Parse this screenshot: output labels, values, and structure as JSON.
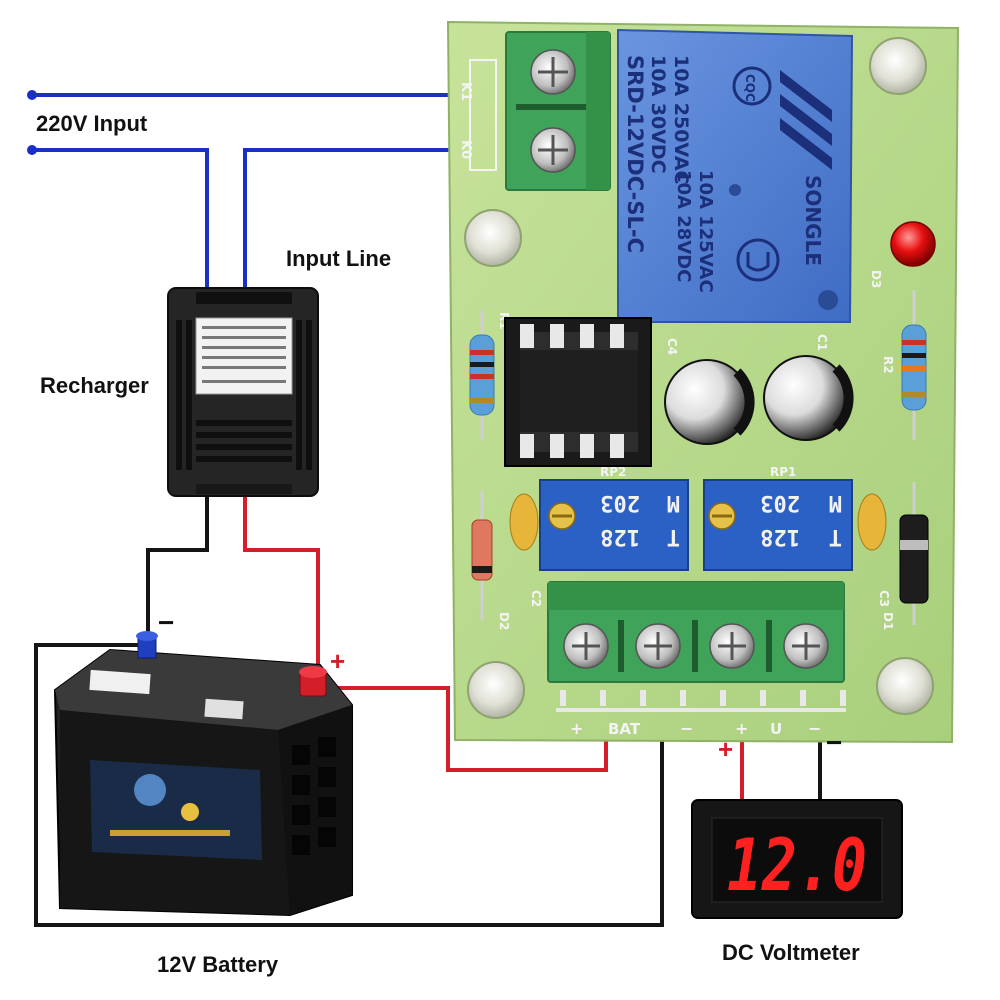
{
  "labels": {
    "input_220v": "220V Input",
    "input_line": "Input Line",
    "recharger": "Recharger",
    "battery": "12V Battery",
    "voltmeter": "DC Voltmeter",
    "minus": "−",
    "plus": "+"
  },
  "voltmeter_display": "12.0",
  "relay": {
    "line1": "10A 250VAC",
    "line2": "10A 30VDC",
    "line3": "SRD-12VDC-SL-C",
    "line4": "10A 125VAC",
    "line5": "10A 28VDC",
    "brand": "SONGLE",
    "cqc": "CQC"
  },
  "board": {
    "k1": "K1",
    "k0": "K0",
    "d3": "D3",
    "r1": "R1",
    "r2": "R2",
    "c1": "C1",
    "c4": "C4",
    "rp1": "RP1",
    "rp2": "RP2",
    "c2": "C2",
    "c3": "C3",
    "d1": "D1",
    "d2": "D2",
    "terminal_plus": "+",
    "terminal_bat": "BAT",
    "terminal_minus": "−",
    "terminal_plus2": "+",
    "terminal_u": "U",
    "terminal_minus2": "−"
  },
  "pot": {
    "code1": "203",
    "code2": "128",
    "letter_t": "T",
    "letter_m": "M"
  },
  "colors": {
    "pcb": "#b9d98a",
    "wire_blue": "#1a2fc4",
    "wire_red": "#d41f2a",
    "wire_black": "#151515",
    "relay": "#4d7bd0",
    "terminal": "#3fa35a"
  }
}
